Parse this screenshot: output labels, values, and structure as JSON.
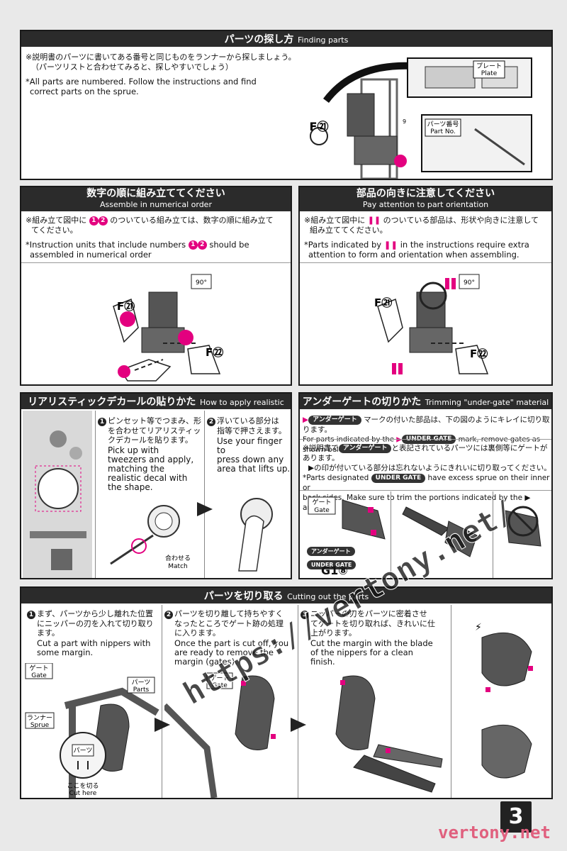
{
  "finding": {
    "title_jp": "パーツの探し方",
    "title_en": "Finding parts",
    "jp_line1": "※説明書のパーツに書いてある番号と同じものをランナーから探しましょう。",
    "jp_line2": "（パーツリストと合わせてみると、探しやすいでしょう）",
    "en_line1": "*All parts are numbered. Follow the instructions and find",
    "en_line2": "correct parts on the sprue.",
    "label_plate_jp": "プレート",
    "label_plate_en": "Plate",
    "label_partno_jp": "パーツ番号",
    "label_partno_en": "Part No.",
    "callout": "F㉑",
    "num9": "9"
  },
  "assemble": {
    "title_jp": "数字の順に組み立ててください",
    "title_en": "Assemble in numerical order",
    "jp_line1a": "※組み立て図中に",
    "jp_line1b": "のついている組み立ては、数字の順に組み立て",
    "jp_line2": "てください。",
    "en_line1a": "*Instruction units that include numbers",
    "en_line1b": "should be",
    "en_line2": "assembled in numerical order",
    "n1": "1",
    "n2": "2",
    "angle": "90°",
    "callout1": "F㉑",
    "callout2": "F㉒"
  },
  "orientation": {
    "title_jp": "部品の向きに注意してください",
    "title_en": "Pay attention to part orientation",
    "jp_line1a": "※組み立て図中に",
    "jp_line1b": "のついている部品は、形状や向きに注意して",
    "jp_line2": "組み立ててください。",
    "en_line1a": "*Parts indicated by",
    "en_line1b": "in the instructions require extra",
    "en_line2": "attention to form and orientation when assembling.",
    "angle": "90°",
    "callout1": "F㉑",
    "callout2": "F㉒"
  },
  "decals": {
    "title_jp": "リアリスティックデカールの貼りかた",
    "title_en": "How to apply realistic decals",
    "step1_jp1": "ピンセット等でつまみ、形",
    "step1_jp2": "を合わせてリアリスティッ",
    "step1_jp3": "クデカールを貼ります。",
    "step1_en1": "Pick up with",
    "step1_en2": "tweezers and apply,",
    "step1_en3": "matching the",
    "step1_en4": "realistic decal with",
    "step1_en5": "the shape.",
    "step2_jp1": "浮いている部分は",
    "step2_jp2": "指等で押さえます。",
    "step2_en1": "Use your finger to",
    "step2_en2": "press down any",
    "step2_en3": "area that lifts up.",
    "match_jp": "合わせる",
    "match_en": "Match",
    "s1": "1",
    "s2": "2"
  },
  "undergate": {
    "title_jp": "アンダーゲートの切りかた",
    "title_en": "Trimming \"under-gate\" material",
    "badge_jp": "アンダーゲート",
    "badge_en": "UNDER GATE",
    "line1_jp": "マークの付いた部品は、下の図のようにキレイに切り取ります。",
    "line1_en_a": "For parts indicated by the",
    "line1_en_b": "mark, remove gates as shown below.",
    "line2_jp_a": "※説明書で",
    "line2_jp_b": "と表記されているパーツには裏側等にゲートがあります。",
    "line3_jp": "▶の印が付いている部分は忘れないようにきれいに切り取ってください。",
    "line4_en_a": "*Parts designated",
    "line4_en_b": "have excess sprue on their inner or",
    "line5_en": "back sides. Make sure to trim the portions indicated by the ▶ arrow.",
    "gate_jp": "ゲート",
    "gate_en": "Gate",
    "code": "G1⑧"
  },
  "cutting": {
    "title_jp": "パーツを切り取る",
    "title_en": "Cutting out the parts",
    "s1": "1",
    "s2": "2",
    "s3": "3",
    "step1_jp1": "まず、パーツから少し離れた位置",
    "step1_jp2": "にニッパーの刃を入れて切り取り",
    "step1_jp3": "ます。",
    "step1_en1": "Cut a part with nippers with",
    "step1_en2": "some margin.",
    "step2_jp1": "パーツを切り離して持ちやすく",
    "step2_jp2": "なったところでゲート跡の処理",
    "step2_jp3": "に入ります。",
    "step2_en1": "Once the part is cut off, you",
    "step2_en2": "are ready to remove the",
    "step2_en3": "margin (gates).",
    "step3_jp1": "ニッパーの刃をパーツに密着させ",
    "step3_jp2": "てゲートを切り取れば、きれいに仕",
    "step3_jp3": "上がります。",
    "step3_en1": "Cut the margin with the blade",
    "step3_en2": "of the nippers for a clean",
    "step3_en3": "finish.",
    "gate_jp": "ゲート",
    "gate_en": "Gate",
    "parts_jp": "パーツ",
    "parts_en": "Parts",
    "runner_jp": "ランナー",
    "runner_en": "Sprue",
    "cut_jp": "ここを切る",
    "cut_en": "Cut here"
  },
  "page_number": "3",
  "watermark_diag": "https://vertony.net/",
  "watermark_corner": "vertony.net",
  "colors": {
    "accent": "#e3007f",
    "dark": "#2b2b2b",
    "gray": "#555555"
  }
}
